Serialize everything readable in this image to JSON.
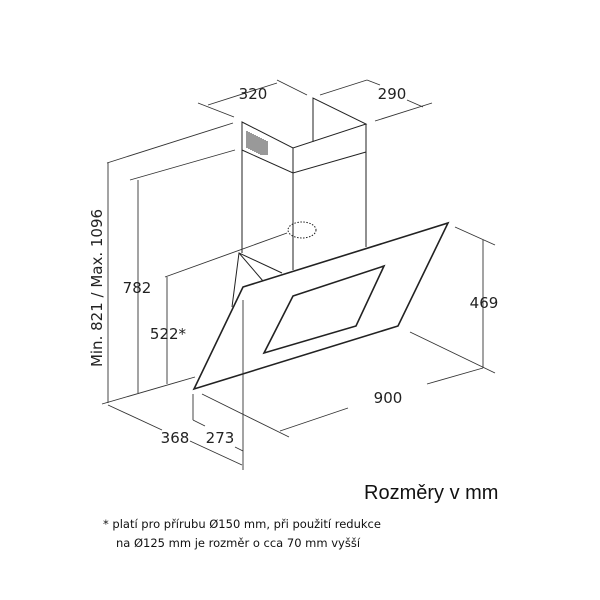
{
  "diagram": {
    "dimensions": {
      "chimney_width": "320",
      "chimney_depth": "290",
      "total_height_range": "Min. 821 / Max. 1096",
      "height_782": "782",
      "height_522": "522*",
      "glass_height": "469",
      "width": "900",
      "depth_total": "368",
      "depth_glass": "273"
    },
    "title": "Rozměry v mm",
    "footnote": {
      "line1": "* platí pro přírubu Ø150 mm, při použití redukce",
      "line2": "na Ø125 mm je rozměr o cca 70 mm vyšší"
    }
  }
}
